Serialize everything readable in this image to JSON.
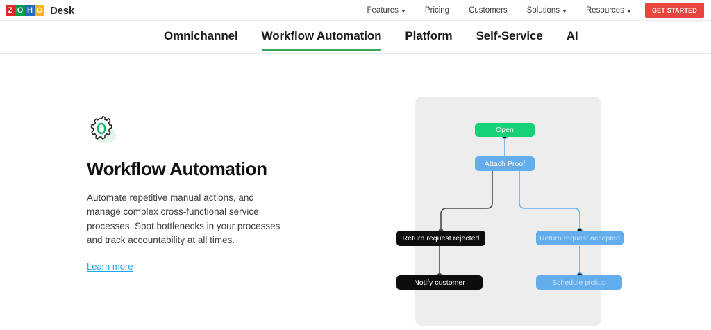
{
  "header": {
    "logo_letters": [
      "Z",
      "O",
      "H",
      "O"
    ],
    "brand_name": "Desk",
    "nav_items": [
      {
        "label": "Features",
        "has_caret": true
      },
      {
        "label": "Pricing",
        "has_caret": false
      },
      {
        "label": "Customers",
        "has_caret": false
      },
      {
        "label": "Solutions",
        "has_caret": true
      },
      {
        "label": "Resources",
        "has_caret": true
      }
    ],
    "cta_label": "GET STARTED",
    "cta_color": "#e8463c"
  },
  "tabs": {
    "items": [
      {
        "label": "Omnichannel",
        "active": false
      },
      {
        "label": "Workflow Automation",
        "active": true
      },
      {
        "label": "Platform",
        "active": false
      },
      {
        "label": "Self-Service",
        "active": false
      },
      {
        "label": "AI",
        "active": false
      }
    ],
    "active_underline_color": "#3aa757"
  },
  "feature": {
    "icon_name": "gear-icon",
    "title": "Workflow Automation",
    "description": "Automate repetitive manual actions, and manage complex cross-functional service processes. Spot bottlenecks in your processes and track accountability at all times.",
    "link_label": "Learn more",
    "link_color": "#1ba7f0"
  },
  "diagram": {
    "panel_color": "#ededee",
    "nodes": [
      {
        "id": "open",
        "label": "Open",
        "color": "#15d177"
      },
      {
        "id": "attach",
        "label": "Attach Proof",
        "color": "#64aded"
      },
      {
        "id": "rejected",
        "label": "Return request rejected",
        "color": "#0d0d0d"
      },
      {
        "id": "notify",
        "label": "Notify customer",
        "color": "#0d0d0d"
      },
      {
        "id": "accepted",
        "label": "Return request accepted",
        "color": "#64aded"
      },
      {
        "id": "pickup",
        "label": "Schedule pickup",
        "color": "#64aded"
      }
    ],
    "edge_colors": {
      "blue": "#64aded",
      "dark": "#4a4a4a"
    }
  }
}
